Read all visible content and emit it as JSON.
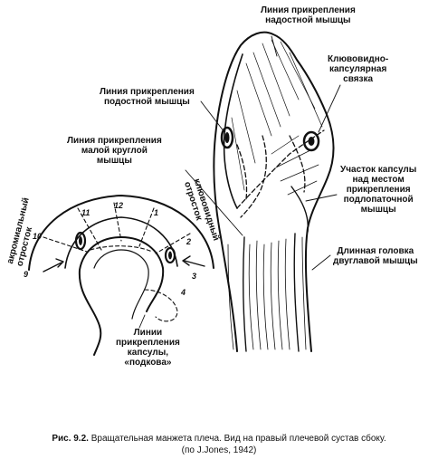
{
  "labels": {
    "supraspinatus": [
      "Линия прикрепления",
      "надостной мышцы"
    ],
    "coracohumeral": [
      "Клювовидно-",
      "капсулярная",
      "связка"
    ],
    "infraspinatus": [
      "Линия прикрепления",
      "подостной мышцы"
    ],
    "teres_minor": [
      "Линия прикрепления",
      "малой круглой",
      "мышцы"
    ],
    "subscapularis": [
      "Участок капсулы",
      "над местом",
      "прикрепления",
      "подлопаточной",
      "мышцы"
    ],
    "biceps": [
      "Длинная головка",
      "двуглавой мышцы"
    ],
    "capsule": [
      "Линии",
      "прикрепления",
      "капсулы,",
      "«подкова»"
    ],
    "acromion": [
      "акромиальный",
      "отросток"
    ],
    "coracoid": [
      "клювовидный",
      "отросток"
    ]
  },
  "clock_numbers": [
    "9",
    "10",
    "11",
    "12",
    "1",
    "2",
    "3",
    "4"
  ],
  "caption": {
    "figure_no": "Рис. 9.2.",
    "text": "Вращательная манжета плеча. Вид на правый плечевой сустав сбоку.",
    "source": "(по J.Jones, 1942)"
  }
}
